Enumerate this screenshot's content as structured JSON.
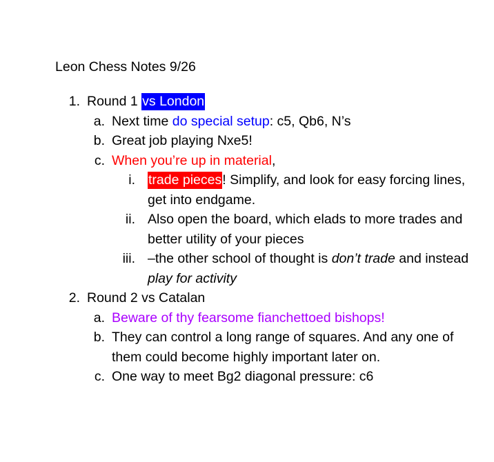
{
  "document": {
    "title": "Leon Chess Notes 9/26",
    "colors": {
      "text": "#000000",
      "blue": "#0000ff",
      "red": "#ff0000",
      "purple": "#aa00ff",
      "highlight_blue_bg": "#0000ff",
      "highlight_blue_fg": "#ffffff",
      "highlight_red_bg": "#ff0000",
      "highlight_red_fg": "#ffffff",
      "page_background": "#ffffff"
    }
  },
  "outline": {
    "item1": {
      "marker": "1.",
      "text_plain": "Round 1 ",
      "highlight_text": "vs London",
      "sub": {
        "a": {
          "marker": "a.",
          "part1": "Next time ",
          "part2_blue": "do special setup",
          "part3": ": c5, Qb6, N’s"
        },
        "b": {
          "marker": "b.",
          "text": "Great job playing Nxe5!"
        },
        "c": {
          "marker": "c.",
          "text_red": "When you’re up in material",
          "trailing": ",",
          "sub": {
            "i": {
              "marker": "i.",
              "highlight_text": "trade pieces",
              "rest": "! Simplify, and look for easy forcing lines, get into endgame."
            },
            "ii": {
              "marker": "ii.",
              "text": "Also open the board, which elads to more trades and better utility of your pieces"
            },
            "iii": {
              "marker": "iii.",
              "part1": "–the other school of thought is ",
              "part2_italic": "don’t trade",
              "part3": " and instead ",
              "part4_italic": "play for activity"
            }
          }
        }
      }
    },
    "item2": {
      "marker": "2.",
      "text": "Round 2 vs Catalan",
      "sub": {
        "a": {
          "marker": "a.",
          "text_purple": "Beware of thy fearsome fianchettoed bishops!"
        },
        "b": {
          "marker": "b.",
          "text": "They can control a long range of squares. And any one of them could become highly important later on."
        },
        "c": {
          "marker": "c.",
          "text": "One way to meet Bg2 diagonal pressure: c6"
        }
      }
    }
  }
}
